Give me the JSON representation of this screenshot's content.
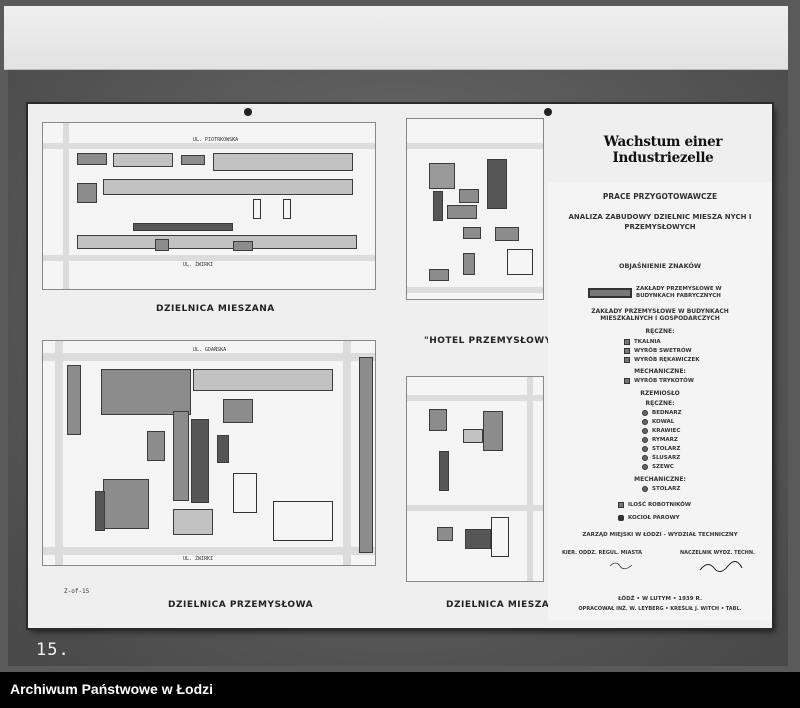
{
  "plate": {
    "number": "15."
  },
  "archive": {
    "label": "Archiwum Państwowe w Łodzi"
  },
  "board": {
    "title": "Wachstum einer Industriezelle",
    "section_title": "PRACE PRZYGOTOWAWCZE",
    "subtitle": "ANALIZA ZABUDOWY DZIELNIC MIESZA NYCH I PRZEMYSŁOWYCH",
    "legend_heading": "OBJAŚNIENIE ZNAKÓW",
    "legend": {
      "factory_buildings": "ZAKŁADY PRZEMYSŁOWE W BUDYNKACH FABRYCZNYCH",
      "residential_buildings": "ZAKŁADY PRZEMYSŁOWE W BUDYNKACH MIESZKALNYCH I GOSPODARCZYCH",
      "manual_heading": "RĘCZNE:",
      "manual_items": [
        "TKALNIA",
        "WYRÓB SWETRÓW",
        "WYRÓB RĘKAWICZEK"
      ],
      "mechanical_heading": "MECHANICZNE:",
      "mechanical_items": [
        "WYRÓB TRYKOTÓW"
      ],
      "craft_heading": "RZEMIOSŁO",
      "craft_manual_heading": "RĘCZNE:",
      "craft_manual_items": [
        "BEDNARZ",
        "KOWAL",
        "KRAWIEC",
        "RYMARZ",
        "STOLARZ",
        "ŚLUSARZ",
        "SZEWC"
      ],
      "craft_mechanical_heading": "MECHANICZNE:",
      "craft_mechanical_items": [
        "STOLARZ"
      ],
      "workers": "ILOŚĆ ROBOTNIKÓW",
      "boiler": "KOCIOŁ PAROWY"
    },
    "authority": "ZARZĄD MIEJSKI W ŁODZI - WYDZIAŁ TECHNICZNY",
    "signature_left": "KIER. ODDZ. REGUL. MIASTA",
    "signature_right": "NACZELNIK WYDZ. TECHN.",
    "date": "ŁÓDŹ • W LUTYM • 1939 R.",
    "prepared_by": "OPRACOWAŁ INŻ. W. LEYBERG • KREŚLIŁ J. WITCH • TABL.",
    "map_captions": {
      "top_left": "DZIELNICA MIESZANA",
      "top_right": "\"HOTEL PRZEMYSŁOWY\"",
      "bottom_left": "DZIELNICA PRZEMYSŁOWA",
      "bottom_right": "DZIELNICA MIESZANA"
    },
    "sheet_mark": "Z-of-15"
  }
}
